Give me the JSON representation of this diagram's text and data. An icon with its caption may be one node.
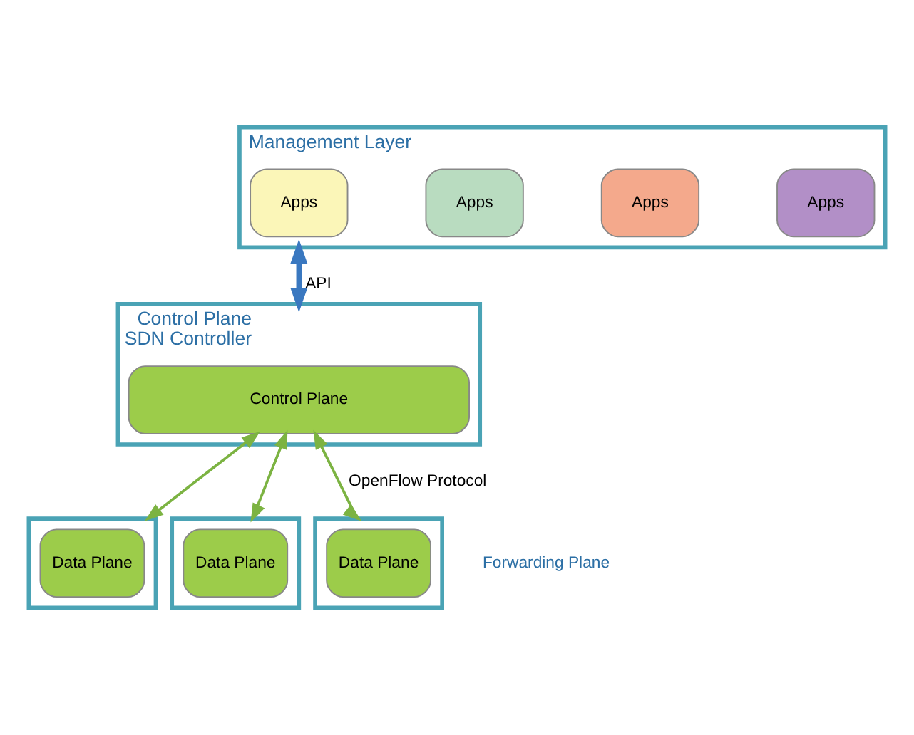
{
  "diagram": {
    "nodes": [
      {
        "text": [
          "Management Layer"
        ]
      },
      {
        "text": [
          "Apps"
        ],
        "in": 0
      },
      {
        "text": [
          "Apps"
        ],
        "in": 0
      },
      {
        "text": [
          "Apps"
        ],
        "in": 0
      },
      {
        "text": [
          "Apps"
        ],
        "in": 0
      },
      {
        "text": [
          "Control Plane"
        ],
        "beside": [
          "SDN Controller"
        ]
      },
      {
        "text": [
          "Control Plane"
        ],
        "in": 5
      },
      {
        "text": [],
        "shape": "box"
      },
      {
        "text": [
          "Data Plane"
        ],
        "in": 7
      },
      {
        "text": [],
        "shape": "box"
      },
      {
        "text": [
          "Data Plane"
        ],
        "in": 9
      },
      {
        "text": [],
        "shape": "box"
      },
      {
        "text": [
          "Data Plane"
        ],
        "in": 11
      }
    ],
    "edges": [
      {
        "from": 0,
        "to": 5,
        "arrow": "both",
        "label": "API",
        "style": "thick",
        "color": "#3a78c0"
      },
      {
        "from": 6,
        "to": 7,
        "arrow": "both"
      },
      {
        "from": 6,
        "to": 9,
        "arrow": "both"
      },
      {
        "from": 6,
        "to": 11,
        "arrow": "both",
        "label": "OpenFlow Protocol"
      }
    ],
    "labels": [
      "Forwarding Plane"
    ]
  }
}
